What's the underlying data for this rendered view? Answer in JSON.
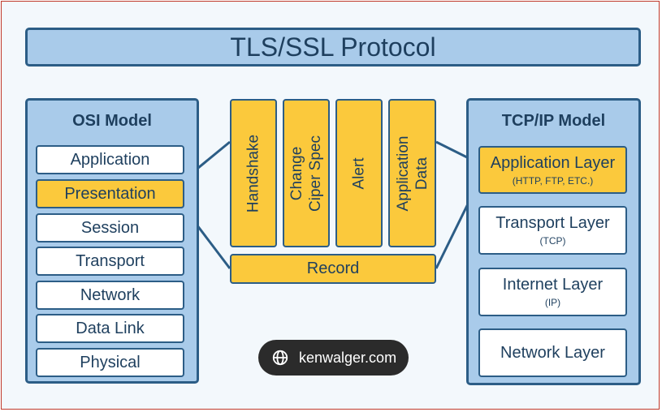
{
  "title": "TLS/SSL Protocol",
  "osi": {
    "title": "OSI Model",
    "layers": [
      {
        "label": "Application",
        "highlight": false
      },
      {
        "label": "Presentation",
        "highlight": true
      },
      {
        "label": "Session",
        "highlight": false
      },
      {
        "label": "Transport",
        "highlight": false
      },
      {
        "label": "Network",
        "highlight": false
      },
      {
        "label": "Data Link",
        "highlight": false
      },
      {
        "label": "Physical",
        "highlight": false
      }
    ]
  },
  "tls": {
    "columns": [
      {
        "line1": "Handshake",
        "line2": ""
      },
      {
        "line1": "Change",
        "line2": "Ciper Spec"
      },
      {
        "line1": "Alert",
        "line2": ""
      },
      {
        "line1": "Application",
        "line2": "Data"
      }
    ],
    "record": "Record"
  },
  "tcpip": {
    "title": "TCP/IP Model",
    "layers": [
      {
        "name": "Application Layer",
        "sub": "(HTTP, FTP, ETC.)",
        "highlight": true
      },
      {
        "name": "Transport Layer",
        "sub": "(TCP)",
        "highlight": false
      },
      {
        "name": "Internet Layer",
        "sub": "(IP)",
        "highlight": false
      },
      {
        "name": "Network Layer",
        "sub": "",
        "highlight": false
      }
    ]
  },
  "source_badge": {
    "text": "kenwalger.com",
    "icon": "globe-icon"
  },
  "colors": {
    "highlight": "#fbc93c",
    "panel": "#a9cbea",
    "border": "#2c5d86",
    "text": "#1e3f5e"
  }
}
